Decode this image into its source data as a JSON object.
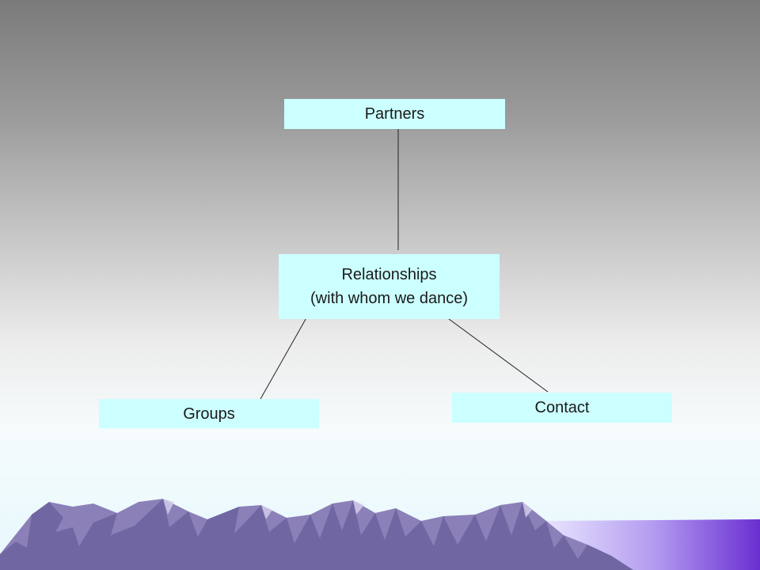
{
  "diagram": {
    "nodes": {
      "partners": {
        "label": "Partners"
      },
      "relationships": {
        "line1": "Relationships",
        "line2": "(with whom we dance)"
      },
      "groups": {
        "label": "Groups"
      },
      "contact": {
        "label": "Contact"
      }
    },
    "edges": [
      {
        "from": "partners",
        "to": "relationships"
      },
      {
        "from": "relationships",
        "to": "groups"
      },
      {
        "from": "relationships",
        "to": "contact"
      }
    ]
  },
  "colors": {
    "node_fill": "#ccffff",
    "connector": "#222222",
    "mountain": "#8c80b8",
    "mountain_shadow": "#5a5290",
    "sea_accent": "#6a2fd0"
  }
}
